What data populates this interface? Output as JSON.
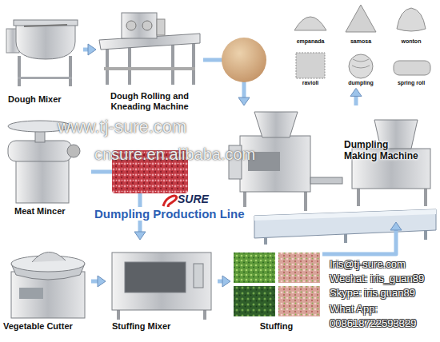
{
  "diagram": {
    "title": "Dumpling Production Line",
    "nodes": [
      {
        "text": [
          "Dough Mixer"
        ]
      },
      {
        "text": [
          "Dough Rolling and Kneading Machine"
        ]
      },
      {
        "text": [
          "empanada"
        ]
      },
      {
        "text": [
          "samosa"
        ]
      },
      {
        "text": [
          "wonton"
        ]
      },
      {
        "text": [
          "ravioli"
        ]
      },
      {
        "text": [
          "dumpling"
        ]
      },
      {
        "text": [
          "spring roll"
        ]
      },
      {
        "text": [
          "Dumpling Making Machine"
        ]
      },
      {
        "text": [
          "Meat Mincer"
        ]
      },
      {
        "text": [
          "Vegetable Cutter"
        ]
      },
      {
        "text": [
          "Stuffing Mixer"
        ]
      },
      {
        "text": [
          "Stuffing"
        ]
      }
    ],
    "edges": [
      {
        "from": 0,
        "to": 1,
        "arrow": "to"
      },
      {
        "from": 1,
        "to": 8,
        "arrow": "to"
      },
      {
        "from": 8,
        "to": 6,
        "arrow": "to"
      },
      {
        "from": 9,
        "to": 11,
        "arrow": "to"
      },
      {
        "from": 10,
        "to": 11,
        "arrow": "to"
      },
      {
        "from": 11,
        "to": 12,
        "arrow": "to"
      },
      {
        "from": 12,
        "to": 8,
        "arrow": "to"
      }
    ],
    "labels": [
      "www.tj-sure.com",
      "cnsure.en.alibaba.com",
      "SURE",
      "Iris@tj-sure.com",
      "Wechat: iris_guan89",
      "Skype: iris.guan89",
      "What App:",
      "008618722593329"
    ]
  }
}
